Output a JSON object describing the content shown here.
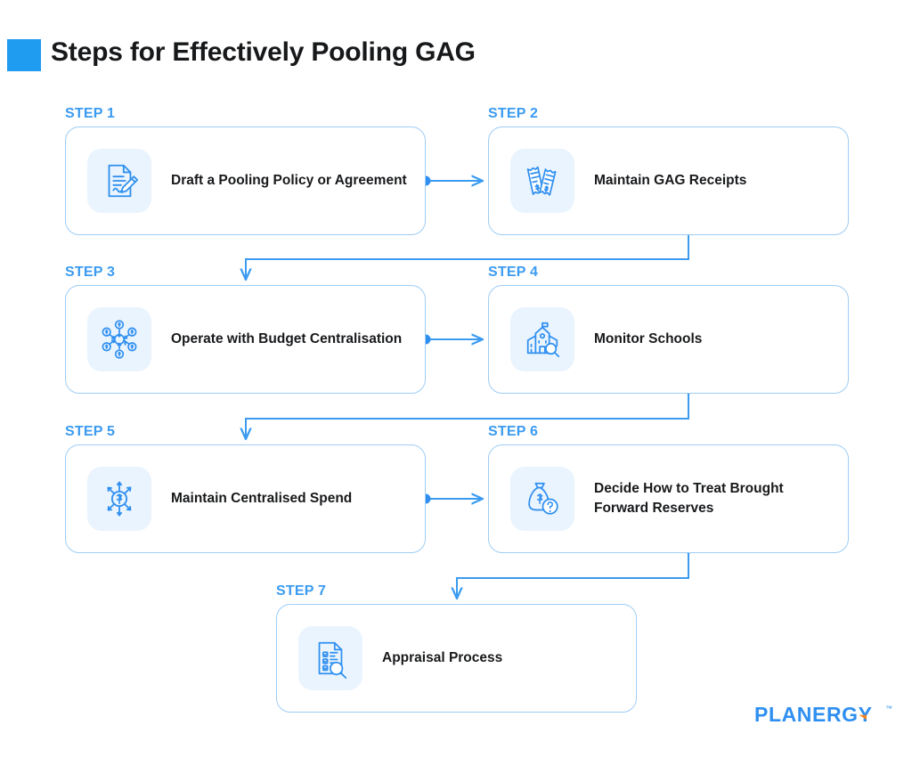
{
  "header": {
    "title": "Steps for Effectively Pooling GAG",
    "accent_color": "#1f9bf0"
  },
  "theme": {
    "step_label_color": "#3b9bf0",
    "card_border_color": "#9ecdf5",
    "icon_tile_bg": "#e9f4fe",
    "icon_stroke": "#2f8ff0",
    "connector_color": "#3b9bf0",
    "title_color": "#17181a",
    "background": "#ffffff"
  },
  "steps": [
    {
      "label": "STEP 1",
      "title": "Draft a Pooling Policy or Agreement",
      "icon": "document-pen-icon"
    },
    {
      "label": "STEP 2",
      "title": "Maintain GAG Receipts",
      "icon": "receipts-icon"
    },
    {
      "label": "STEP 3",
      "title": "Operate with Budget Centralisation",
      "icon": "budget-centralisation-icon"
    },
    {
      "label": "STEP 4",
      "title": "Monitor Schools",
      "icon": "school-magnifier-icon"
    },
    {
      "label": "STEP 5",
      "title": "Maintain Centralised Spend",
      "icon": "dollar-distribute-icon"
    },
    {
      "label": "STEP 6",
      "title": "Decide How to Treat Brought Forward Reserves",
      "icon": "money-bag-question-icon"
    },
    {
      "label": "STEP 7",
      "title": "Appraisal Process",
      "icon": "checklist-magnifier-icon"
    }
  ],
  "logo": {
    "text": "PLANERGY",
    "trademark": "™",
    "color": "#2f8ff0",
    "accent_color": "#f5821f"
  }
}
